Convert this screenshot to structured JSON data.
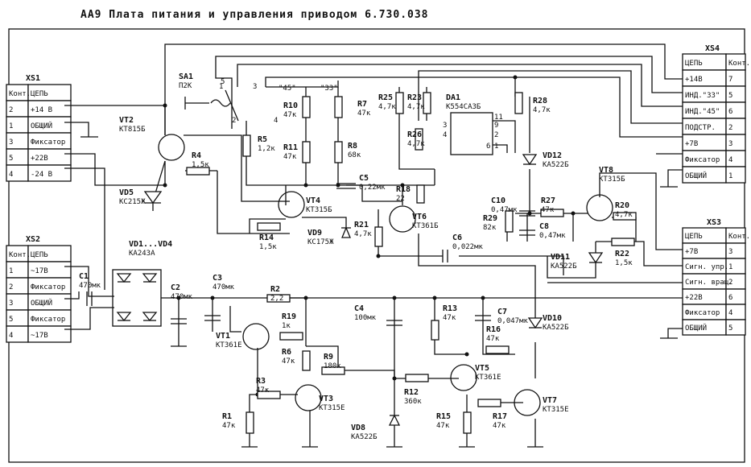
{
  "title": "АА9 Плата питания и управления приводом 6.730.038",
  "xs1": {
    "name": "XS1",
    "header": [
      "Конт.",
      "ЦЕПЬ"
    ],
    "rows": [
      [
        "2",
        "+14 В"
      ],
      [
        "1",
        "ОБЩИЙ"
      ],
      [
        "3",
        "Фиксатор"
      ],
      [
        "5",
        "+22В"
      ],
      [
        "4",
        "-24 В"
      ]
    ]
  },
  "xs2": {
    "name": "XS2",
    "header": [
      "Конт.",
      "ЦЕПЬ"
    ],
    "rows": [
      [
        "1",
        "~17В"
      ],
      [
        "2",
        "Фиксатор"
      ],
      [
        "3",
        "ОБЩИЙ"
      ],
      [
        "5",
        "Фиксатор"
      ],
      [
        "4",
        "~17В"
      ]
    ]
  },
  "xs3": {
    "name": "XS3",
    "header": [
      "ЦЕПЬ",
      "Конт."
    ],
    "rows": [
      [
        "+7В",
        "3"
      ],
      [
        "Сигн. упр.",
        "1"
      ],
      [
        "Сигн. вращ.",
        "2"
      ],
      [
        "+22В",
        "6"
      ],
      [
        "Фиксатор",
        "4"
      ],
      [
        "ОБЩИЙ",
        "5"
      ]
    ]
  },
  "xs4": {
    "name": "XS4",
    "header": [
      "ЦЕПЬ",
      "Конт."
    ],
    "rows": [
      [
        "+14В",
        "7"
      ],
      [
        "ИНД.\"33\"",
        "5"
      ],
      [
        "ИНД.\"45\"",
        "6"
      ],
      [
        "ПОДСТР.",
        "2"
      ],
      [
        "+7В",
        "3"
      ],
      [
        "Фиксатор",
        "4"
      ],
      [
        "ОБЩИЙ",
        "1"
      ]
    ]
  },
  "components": [
    {
      "name": "SA1",
      "value": "П2К"
    },
    {
      "name": "VT2",
      "value": "КТ815Б"
    },
    {
      "name": "R4",
      "value": "1,5к"
    },
    {
      "name": "VD5",
      "value": "КС215Ж"
    },
    {
      "name": "R5",
      "value": "1,2к"
    },
    {
      "name": "R10",
      "value": "47к"
    },
    {
      "name": "R11",
      "value": "47к"
    },
    {
      "name": "R7",
      "value": "47к"
    },
    {
      "name": "R8",
      "value": "68к"
    },
    {
      "name": "R25",
      "value": "4,7к"
    },
    {
      "name": "R23",
      "value": "4,7к"
    },
    {
      "name": "DA1",
      "value": "К554СА3Б"
    },
    {
      "name": "R26",
      "value": "4,7к"
    },
    {
      "name": "R28",
      "value": "4,7к"
    },
    {
      "name": "VD12",
      "value": "КА522Б"
    },
    {
      "name": "C5",
      "value": "0,22мк"
    },
    {
      "name": "VT4",
      "value": "КТ315Б"
    },
    {
      "name": "R18",
      "value": "22"
    },
    {
      "name": "R14",
      "value": "1,5к"
    },
    {
      "name": "VD9",
      "value": "КС175Ж"
    },
    {
      "name": "R21",
      "value": "4,7к"
    },
    {
      "name": "VT6",
      "value": "КТ361Б"
    },
    {
      "name": "C6",
      "value": "0,022мк"
    },
    {
      "name": "C10",
      "value": "0,47мк"
    },
    {
      "name": "R27",
      "value": "47к"
    },
    {
      "name": "R29",
      "value": "82к"
    },
    {
      "name": "C8",
      "value": "0,47мк"
    },
    {
      "name": "VT8",
      "value": "КТ315Б"
    },
    {
      "name": "R20",
      "value": "4,7к"
    },
    {
      "name": "VD11",
      "value": "КА522Б"
    },
    {
      "name": "R22",
      "value": "1,5к"
    },
    {
      "name": "VD1...VD4",
      "value": "КА243А"
    },
    {
      "name": "C1",
      "value": "470мк"
    },
    {
      "name": "C2",
      "value": "470мк"
    },
    {
      "name": "C3",
      "value": "470мк"
    },
    {
      "name": "R2",
      "value": "2,2"
    },
    {
      "name": "R19",
      "value": "1к"
    },
    {
      "name": "VT1",
      "value": "КТ361Е"
    },
    {
      "name": "R6",
      "value": "47к"
    },
    {
      "name": "R9",
      "value": "180к"
    },
    {
      "name": "R3",
      "value": "47к"
    },
    {
      "name": "VT3",
      "value": "КТ315Е"
    },
    {
      "name": "R1",
      "value": "47к"
    },
    {
      "name": "C4",
      "value": "100мк"
    },
    {
      "name": "R12",
      "value": "360к"
    },
    {
      "name": "VD8",
      "value": "КА522Б"
    },
    {
      "name": "R13",
      "value": "47к"
    },
    {
      "name": "C7",
      "value": "0,047мк"
    },
    {
      "name": "R16",
      "value": "47к"
    },
    {
      "name": "VT5",
      "value": "КТ361Е"
    },
    {
      "name": "R15",
      "value": "47к"
    },
    {
      "name": "R17",
      "value": "47к"
    },
    {
      "name": "VT7",
      "value": "КТ315Е"
    },
    {
      "name": "VD10",
      "value": "КА522Б"
    }
  ],
  "annotations": {
    "sa1_pos": [
      "1",
      "2",
      "3",
      "4",
      "5"
    ],
    "da1_pins": [
      "3",
      "4",
      "9",
      "2",
      "11",
      "1",
      "6"
    ],
    "switch_marks": [
      "\"45\"",
      "\"33\""
    ]
  }
}
